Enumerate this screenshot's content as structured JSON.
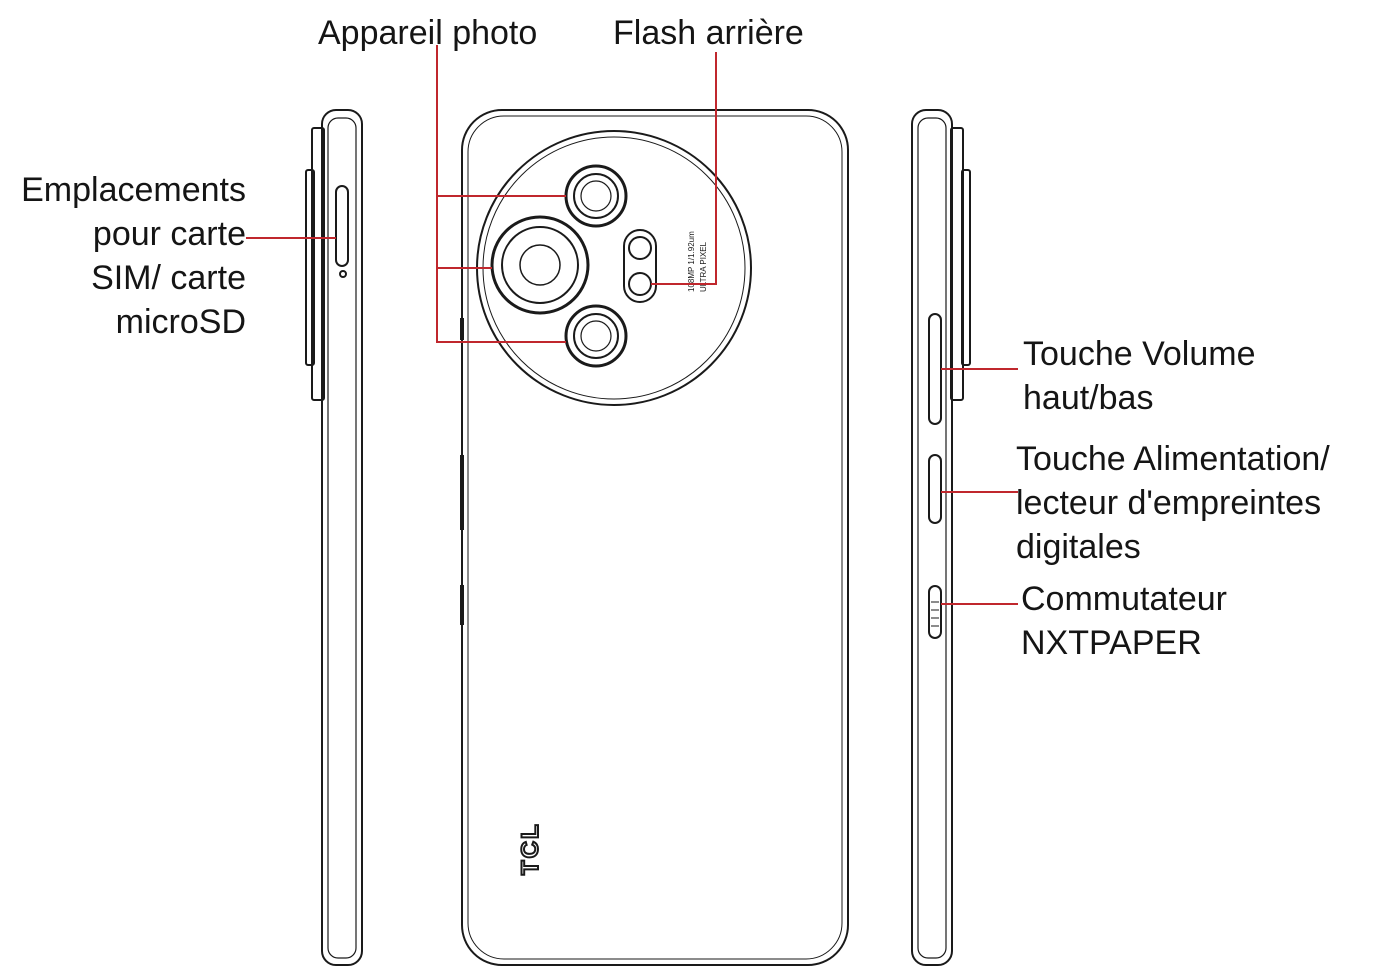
{
  "labels": {
    "camera": "Appareil photo",
    "flash": "Flash arrière",
    "sim": [
      "Emplacements",
      "pour carte",
      "SIM/ carte",
      "microSD"
    ],
    "volume": [
      "Touche Volume",
      "haut/bas"
    ],
    "power": [
      "Touche Alimentation/",
      "lecteur d'empreintes",
      "digitales"
    ],
    "switch": [
      "Commutateur",
      "NXTPAPER"
    ]
  },
  "phone_markings": {
    "brand_logo": "TCL",
    "camera_text": [
      "108MP 1/1.92um",
      "ULTRA PIXEL"
    ]
  },
  "colors": {
    "leader_line": "#c0272d",
    "outline": "#1a1a1a",
    "text": "#151515"
  }
}
